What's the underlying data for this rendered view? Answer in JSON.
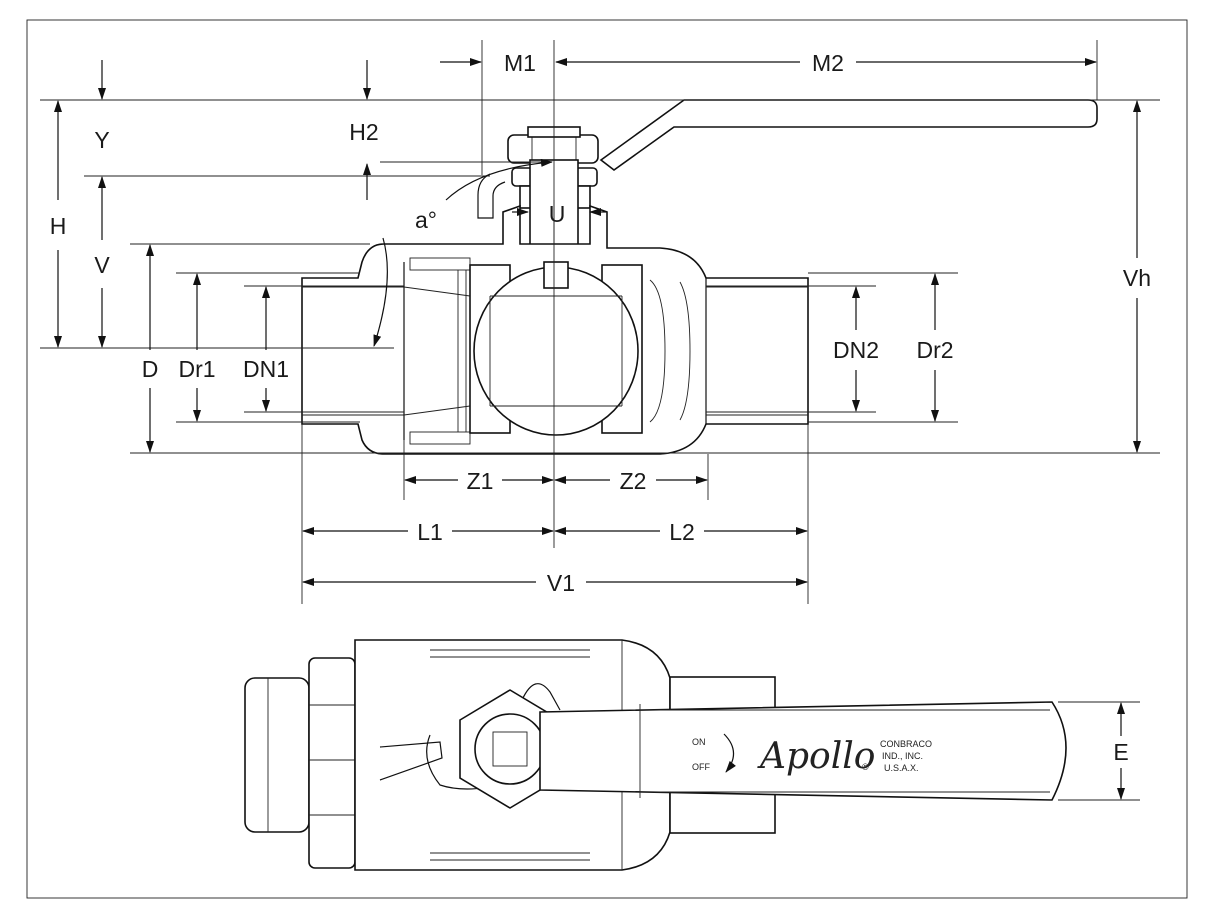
{
  "labels": {
    "M1": "M1",
    "M2": "M2",
    "Y": "Y",
    "H2": "H2",
    "H": "H",
    "V": "V",
    "a": "a°",
    "U": "U",
    "D": "D",
    "Dr1": "Dr1",
    "DN1": "DN1",
    "DN2": "DN2",
    "Dr2": "Dr2",
    "Vh": "Vh",
    "Z1": "Z1",
    "Z2": "Z2",
    "L1": "L1",
    "L2": "L2",
    "V1": "V1",
    "E": "E"
  },
  "handle_markings": {
    "on": "ON",
    "off": "OFF",
    "brand": "Apollo",
    "registered": "®",
    "maker_line1": "CONBRACO",
    "maker_line2": "IND., INC.",
    "maker_line3": "U.S.A.X."
  },
  "colors": {
    "line": "#111111",
    "background": "#ffffff"
  }
}
